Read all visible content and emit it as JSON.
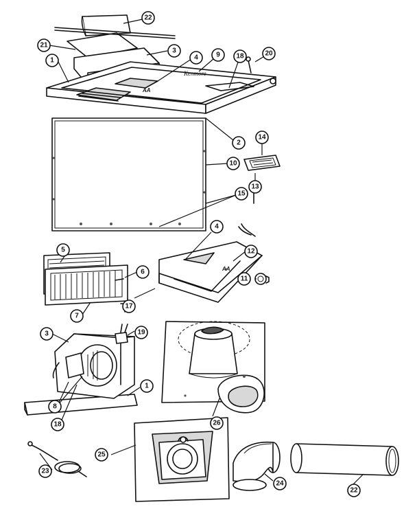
{
  "parts": [
    {
      "id": "p1a",
      "label": "1"
    },
    {
      "id": "p2",
      "label": "2"
    },
    {
      "id": "p3a",
      "label": "3"
    },
    {
      "id": "p4a",
      "label": "4"
    },
    {
      "id": "p9",
      "label": "9"
    },
    {
      "id": "p18a",
      "label": "18"
    },
    {
      "id": "p20",
      "label": "20"
    },
    {
      "id": "p21",
      "label": "21"
    },
    {
      "id": "p22a",
      "label": "22"
    },
    {
      "id": "p10",
      "label": "10"
    },
    {
      "id": "p14",
      "label": "14"
    },
    {
      "id": "p13",
      "label": "13"
    },
    {
      "id": "p15",
      "label": "15"
    },
    {
      "id": "p4b",
      "label": "4"
    },
    {
      "id": "p12",
      "label": "12"
    },
    {
      "id": "p11",
      "label": "11"
    },
    {
      "id": "p5",
      "label": "5"
    },
    {
      "id": "p6",
      "label": "6"
    },
    {
      "id": "p7",
      "label": "7"
    },
    {
      "id": "p17",
      "label": "17"
    },
    {
      "id": "p3b",
      "label": "3"
    },
    {
      "id": "p19",
      "label": "19"
    },
    {
      "id": "p1b",
      "label": "1"
    },
    {
      "id": "p8",
      "label": "8"
    },
    {
      "id": "p18b",
      "label": "18"
    },
    {
      "id": "p26",
      "label": "26"
    },
    {
      "id": "p25",
      "label": "25"
    },
    {
      "id": "p23",
      "label": "23"
    },
    {
      "id": "p24",
      "label": "24"
    },
    {
      "id": "p22b",
      "label": "22"
    }
  ],
  "hood_brand_text": "Kenmore",
  "filter_mark_text": "AA"
}
